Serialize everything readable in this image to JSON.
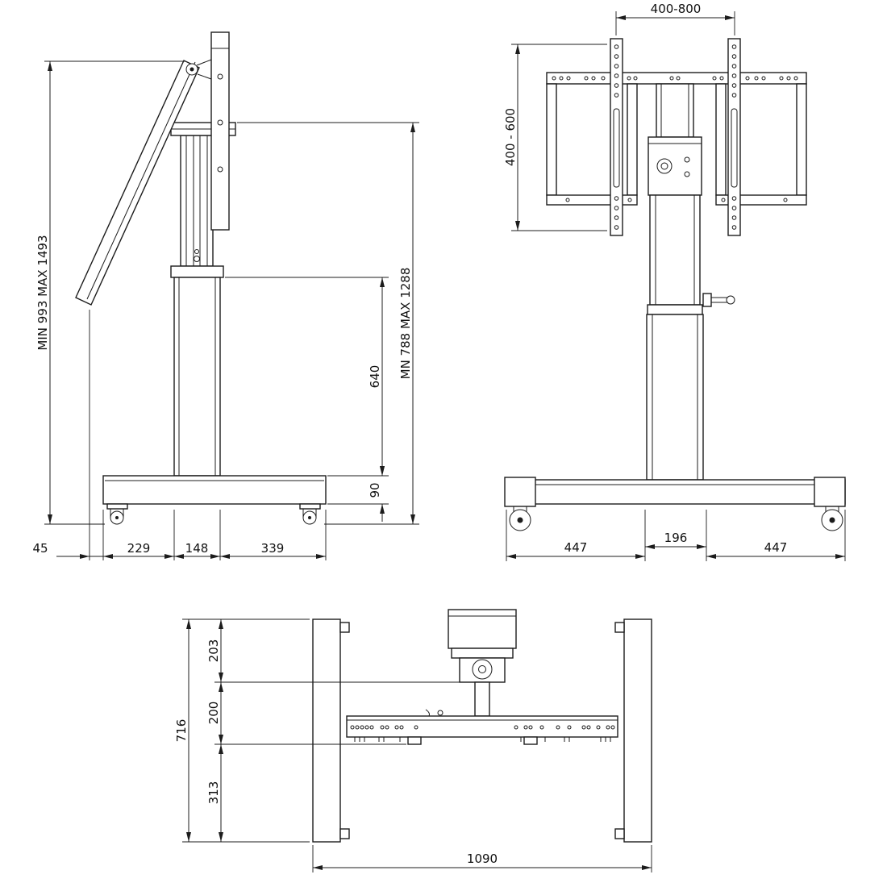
{
  "side_view": {
    "dim_total_height": "MIN 993 MAX 1493",
    "dim_screen_height": "MN 788 MAX 1288",
    "dim_column_travel": "640",
    "dim_base_thickness": "90",
    "dim_screen_overhang": "45",
    "dim_base_front": "229",
    "dim_column_depth": "148",
    "dim_base_rear": "339"
  },
  "front_view": {
    "dim_vesa_width": "400-800",
    "dim_vesa_height": "400 - 600",
    "dim_base_left": "447",
    "dim_column_width": "196",
    "dim_base_right": "447"
  },
  "top_view": {
    "dim_depth_total": "716",
    "dim_depth_front": "203",
    "dim_depth_mid": "200",
    "dim_depth_rear": "313",
    "dim_width_total": "1090"
  }
}
